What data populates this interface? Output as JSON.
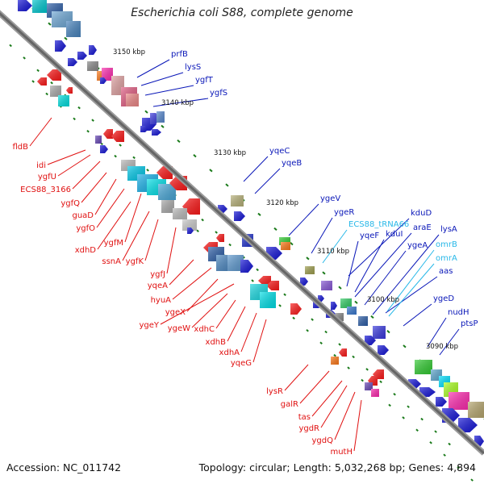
{
  "title": "Escherichia coli S88, complete genome",
  "footer": {
    "accession": "Accession: NC_011742",
    "summary": "Topology: circular; Length: 5,032,268 bp; Genes: 4,894"
  },
  "colors": {
    "forward_label": "#0a17b8",
    "reverse_label": "#e01010",
    "rna_label": "#28b8e8",
    "backbone": "#666666",
    "tick": "#1a7a1a"
  },
  "kbp_labels": [
    "3150 kbp",
    "3140 kbp",
    "3130 kbp",
    "3120 kbp",
    "3110 kbp",
    "3100 kbp",
    "3090 kbp"
  ],
  "forward_genes": [
    "prfB",
    "lysS",
    "ygfT",
    "ygfS",
    "yqeC",
    "yqeB",
    "ygeV",
    "ygeR",
    "kduD",
    "yqeF",
    "kduI",
    "araE",
    "ygeA",
    "lysA",
    "aas",
    "ygeD",
    "nudH",
    "ptsP"
  ],
  "rna_genes": [
    "ECS88_tRNA66",
    "omrB",
    "omrA"
  ],
  "reverse_genes": [
    "fldB",
    "idi",
    "ygfU",
    "ECS88_3166",
    "ygfQ",
    "guaD",
    "ygfO",
    "ygfM",
    "xdhD",
    "ssnA",
    "ygfK",
    "ygfJ",
    "yqeA",
    "hyuA",
    "ygeX",
    "ygeY",
    "ygeW",
    "xdhC",
    "xdhB",
    "xdhA",
    "yqeG",
    "lysR",
    "galR",
    "tas",
    "ygdR",
    "ygdQ",
    "mutH"
  ]
}
